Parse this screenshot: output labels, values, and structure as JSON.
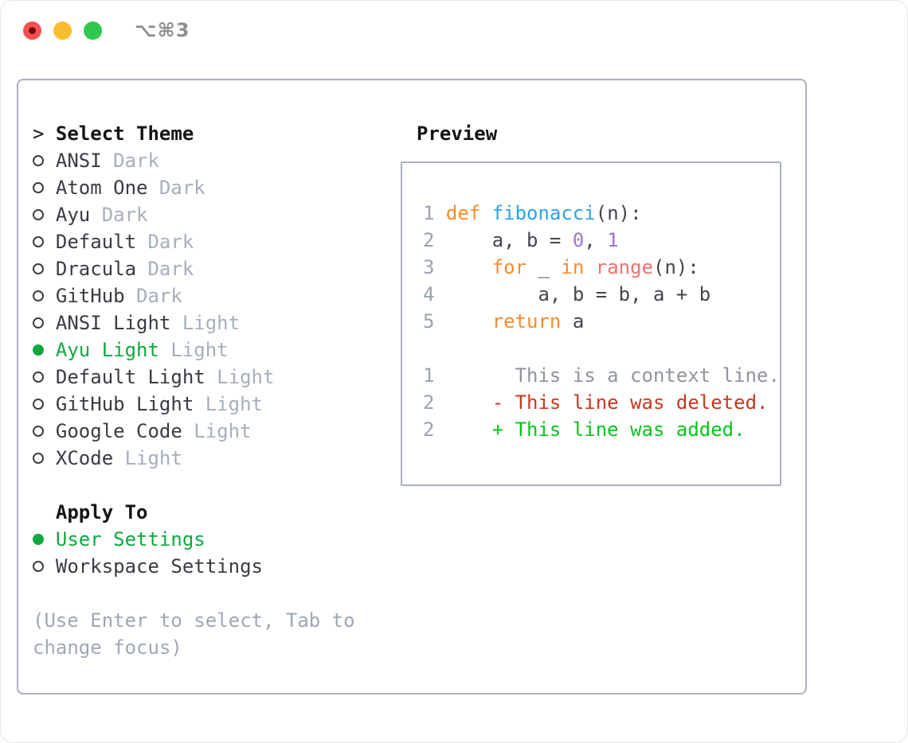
{
  "window": {
    "title_shortcut": "⌥⌘3"
  },
  "theme_list": {
    "prompt": ">",
    "header": "Select Theme",
    "items": [
      {
        "name": "ANSI",
        "variant": "Dark",
        "selected": false
      },
      {
        "name": "Atom One",
        "variant": "Dark",
        "selected": false
      },
      {
        "name": "Ayu",
        "variant": "Dark",
        "selected": false
      },
      {
        "name": "Default",
        "variant": "Dark",
        "selected": false
      },
      {
        "name": "Dracula",
        "variant": "Dark",
        "selected": false
      },
      {
        "name": "GitHub",
        "variant": "Dark",
        "selected": false
      },
      {
        "name": "ANSI Light",
        "variant": "Light",
        "selected": false
      },
      {
        "name": "Ayu Light",
        "variant": "Light",
        "selected": true
      },
      {
        "name": "Default Light",
        "variant": "Light",
        "selected": false
      },
      {
        "name": "GitHub Light",
        "variant": "Light",
        "selected": false
      },
      {
        "name": "Google Code",
        "variant": "Light",
        "selected": false
      },
      {
        "name": "XCode",
        "variant": "Light",
        "selected": false
      }
    ]
  },
  "apply_to": {
    "header": "Apply To",
    "options": [
      {
        "label": "User Settings",
        "selected": true
      },
      {
        "label": "Workspace Settings",
        "selected": false
      }
    ]
  },
  "hint": {
    "lines": [
      "(Use Enter to select, Tab to",
      "change focus)"
    ]
  },
  "preview": {
    "header": "Preview",
    "code_lines": [
      {
        "num": "1",
        "tokens": [
          {
            "t": "def",
            "c": "kw"
          },
          {
            "t": " ",
            "c": "pl"
          },
          {
            "t": "fibonacci",
            "c": "fn"
          },
          {
            "t": "(n):",
            "c": "pl"
          }
        ]
      },
      {
        "num": "2",
        "tokens": [
          {
            "t": "    a, b = ",
            "c": "pl"
          },
          {
            "t": "0",
            "c": "num"
          },
          {
            "t": ", ",
            "c": "pl"
          },
          {
            "t": "1",
            "c": "num"
          }
        ]
      },
      {
        "num": "3",
        "tokens": [
          {
            "t": "    ",
            "c": "pl"
          },
          {
            "t": "for",
            "c": "kw"
          },
          {
            "t": " _ ",
            "c": "pl"
          },
          {
            "t": "in",
            "c": "kw"
          },
          {
            "t": " ",
            "c": "pl"
          },
          {
            "t": "range",
            "c": "bi"
          },
          {
            "t": "(n):",
            "c": "pl"
          }
        ]
      },
      {
        "num": "4",
        "tokens": [
          {
            "t": "        a, b = b, a + b",
            "c": "pl"
          }
        ]
      },
      {
        "num": "5",
        "tokens": [
          {
            "t": "    ",
            "c": "pl"
          },
          {
            "t": "return",
            "c": "kw"
          },
          {
            "t": " a",
            "c": "pl"
          }
        ]
      },
      {
        "num": "",
        "tokens": []
      },
      {
        "num": "1",
        "tokens": [
          {
            "t": "      This is a context line.",
            "c": "ctx"
          }
        ]
      },
      {
        "num": "2",
        "tokens": [
          {
            "t": "    - This line was deleted.",
            "c": "del"
          }
        ]
      },
      {
        "num": "2",
        "tokens": [
          {
            "t": "    + This line was added.",
            "c": "add"
          }
        ]
      }
    ]
  },
  "colors": {
    "selection_green": "#10a83e",
    "keyword_orange": "#f78c2a",
    "function_blue": "#2ea2e8",
    "number_purple": "#a273cc",
    "builtin_coral": "#f07171",
    "deleted_red": "#c8371f",
    "added_green": "#09c41c",
    "context_gray": "#8f959d",
    "traffic_red": "#f4504f",
    "traffic_yellow": "#fbbc30",
    "traffic_green": "#2fc84c",
    "border_gray": "#aab2bc"
  }
}
